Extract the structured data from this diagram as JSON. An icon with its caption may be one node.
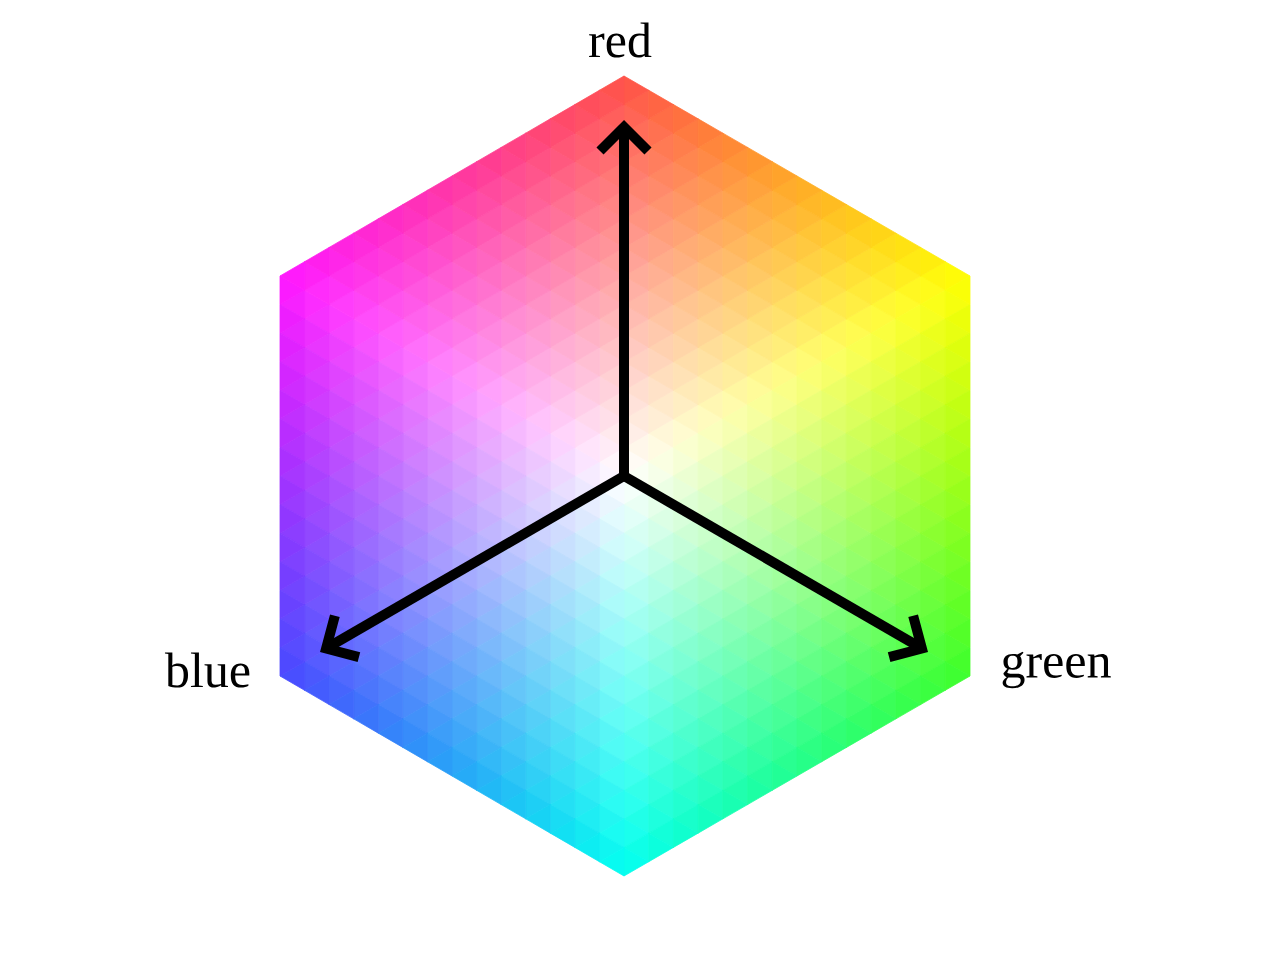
{
  "diagram": {
    "labels": [
      "red",
      "blue",
      "green"
    ]
  }
}
